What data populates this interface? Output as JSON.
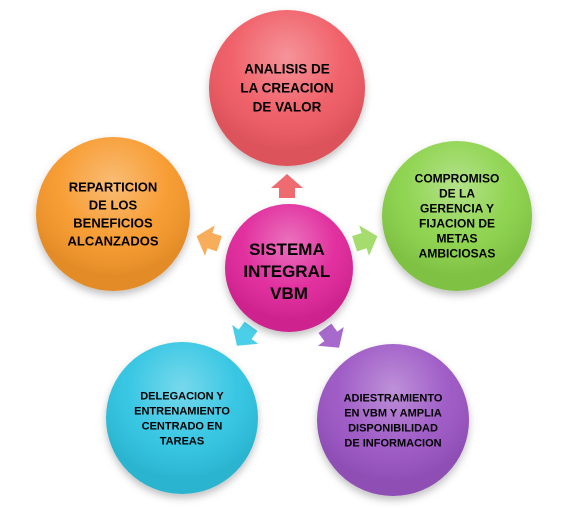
{
  "center": {
    "lines": [
      "SISTEMA",
      "INTEGRAL",
      "VBM"
    ],
    "color": "#e0289a"
  },
  "nodes": [
    {
      "id": "analisis",
      "lines": [
        "ANALISIS DE",
        "LA CREACION",
        "DE VALOR"
      ],
      "color": "#f05a63",
      "arrow_color": "#ee6b72"
    },
    {
      "id": "compromiso",
      "lines": [
        "COMPROMISO",
        "DE LA",
        "GERENCIA Y",
        "FIJACION DE",
        "METAS",
        "AMBICIOSAS"
      ],
      "color": "#8ad24a",
      "arrow_color": "#a4dc6e"
    },
    {
      "id": "adiestramiento",
      "lines": [
        "ADIESTRAMIENTO",
        "EN VBM Y AMPLIA",
        "DISPONIBILIDAD",
        "DE INFORMACION"
      ],
      "color": "#9b54c4",
      "arrow_color": "#a76acc"
    },
    {
      "id": "delegacion",
      "lines": [
        "DELEGACION Y",
        "ENTRENAMIENTO",
        "CENTRADO EN",
        "TAREAS"
      ],
      "color": "#2ec4e2",
      "arrow_color": "#4bcfe8"
    },
    {
      "id": "reparticion",
      "lines": [
        "REPARTICION",
        "DE LOS",
        "BENEFICIOS",
        "ALCANZADOS"
      ],
      "color": "#f7982a",
      "arrow_color": "#f8ad5a"
    }
  ]
}
